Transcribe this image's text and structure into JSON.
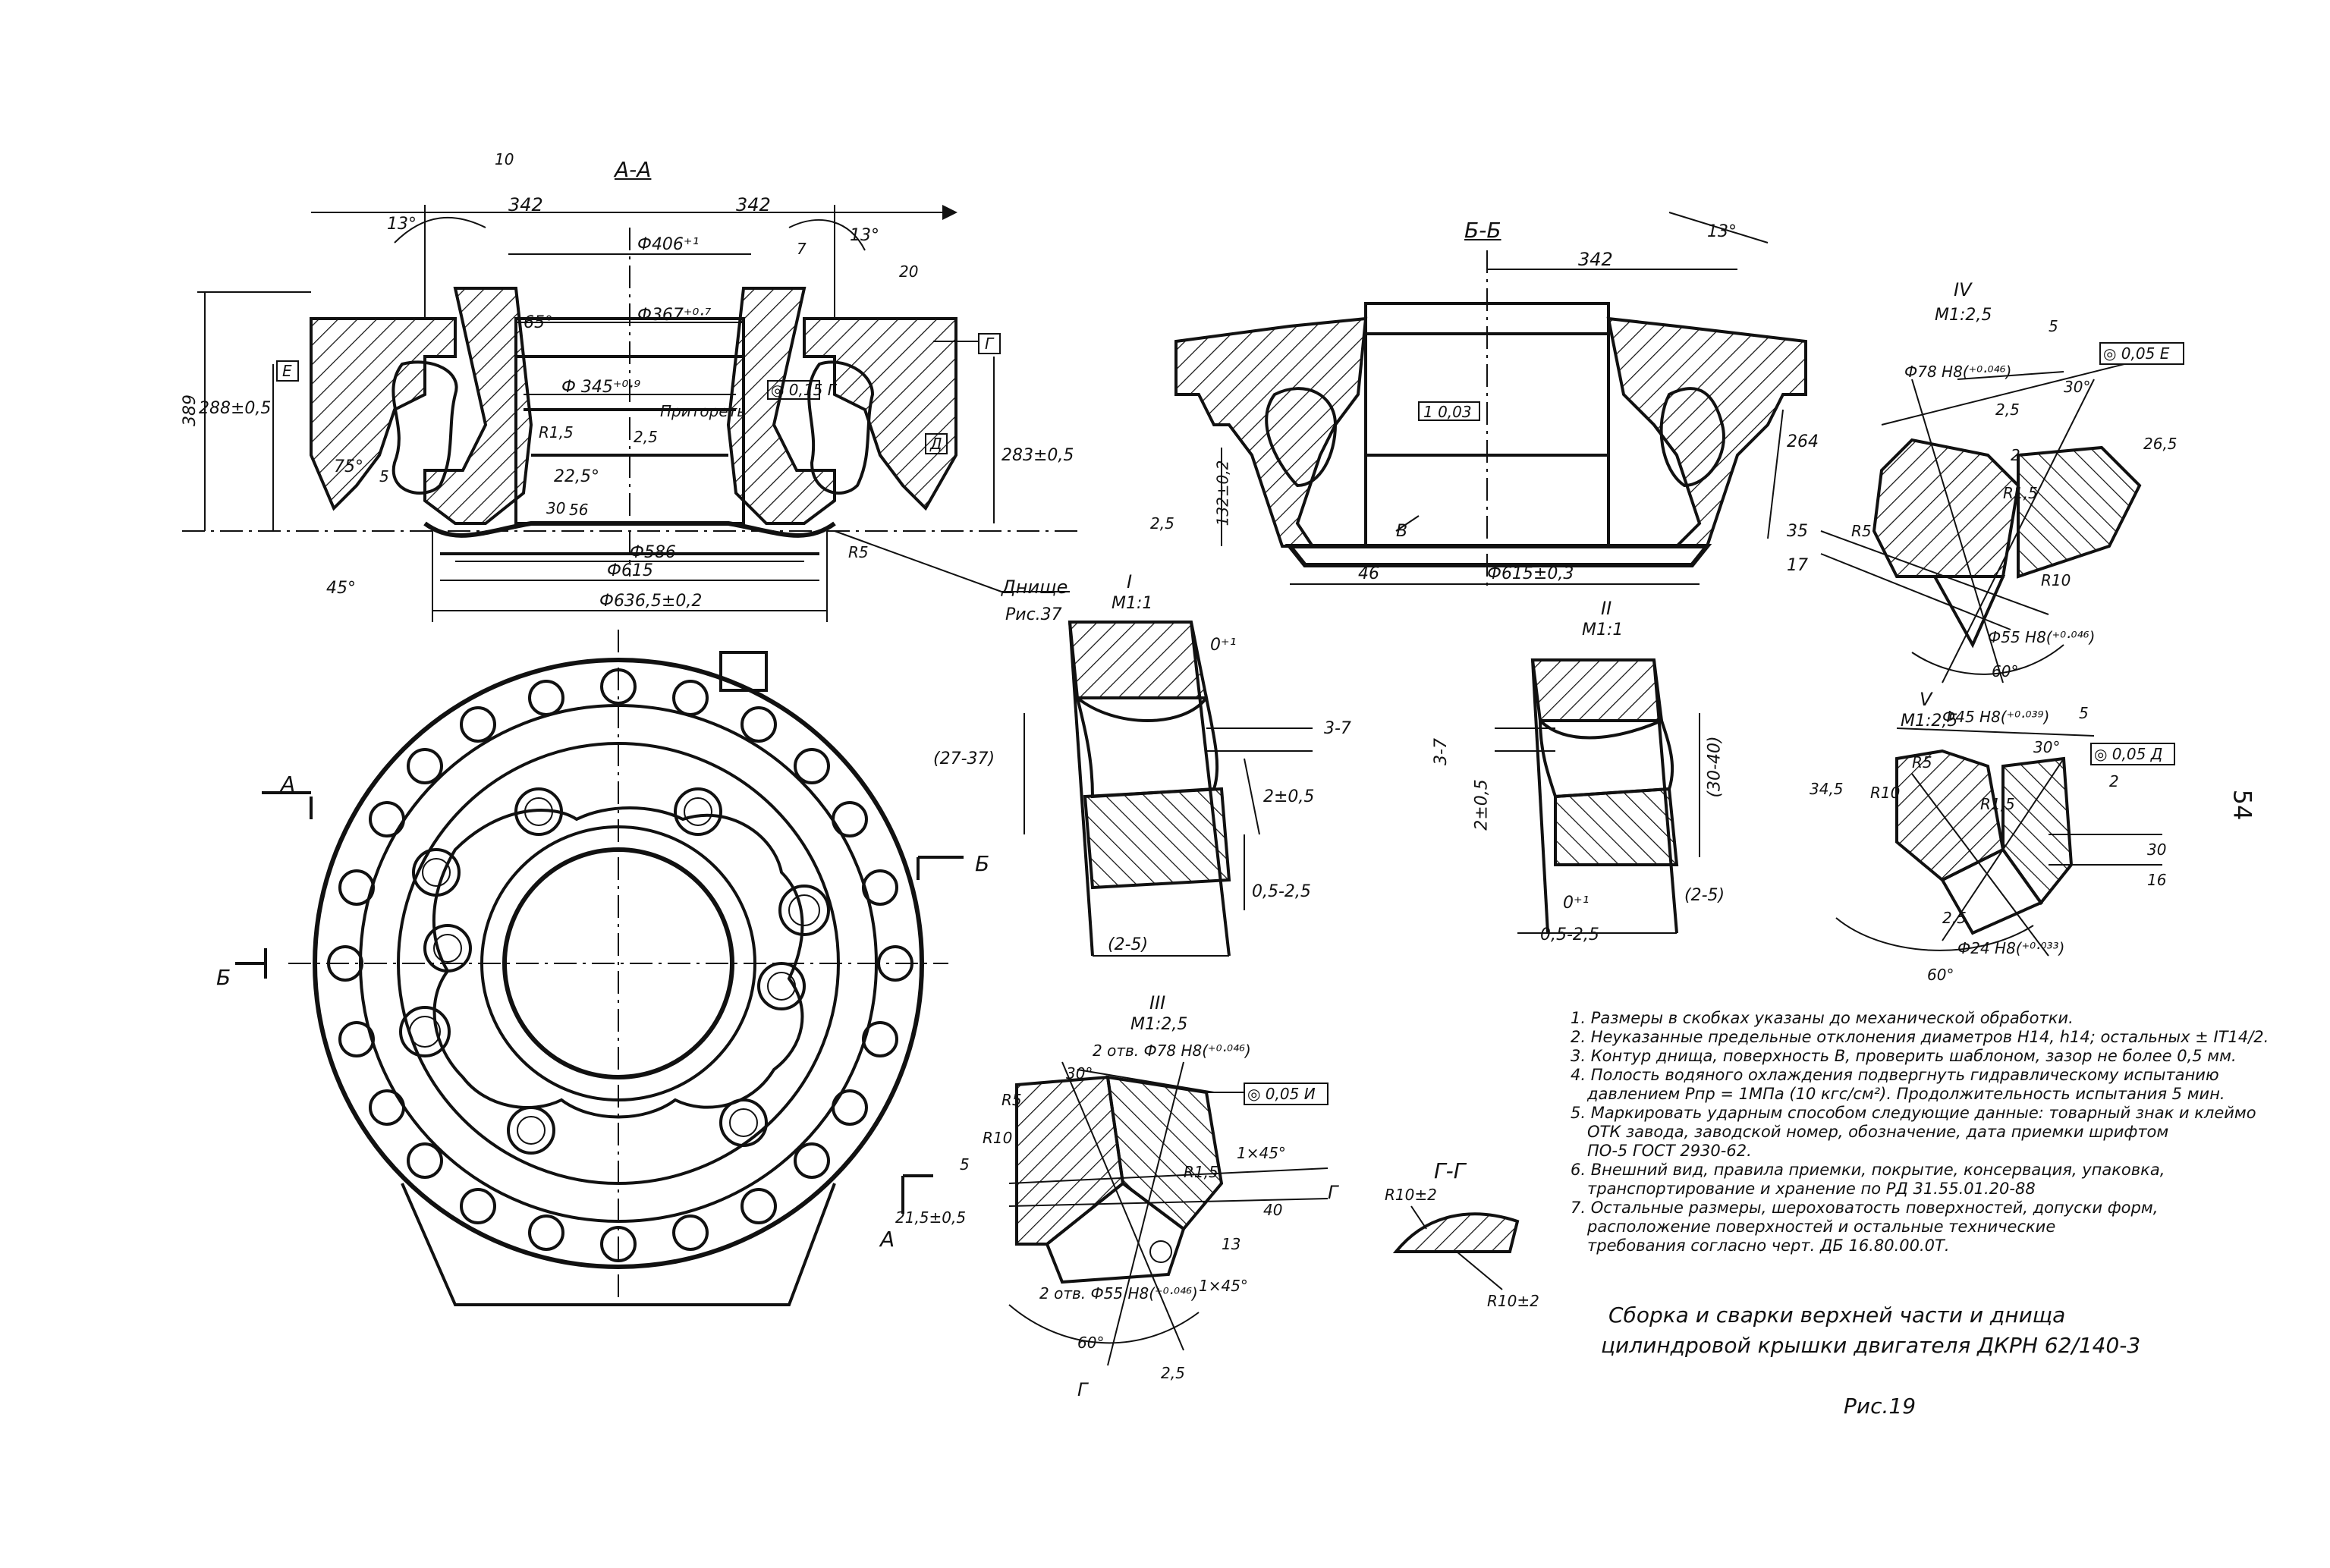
{
  "page_number": "54",
  "sections": {
    "aa": "А-А",
    "bb": "Б-Б",
    "gg": "Г-Г",
    "detail_I": "I",
    "detail_I_scale": "М1:1",
    "detail_II": "II",
    "detail_II_scale": "М1:1",
    "detail_III": "III",
    "detail_III_scale": "М1:2,5",
    "detail_IV": "IV",
    "detail_IV_scale": "М1:2,5",
    "detail_V": "V",
    "detail_V_scale": "М1:2,5"
  },
  "dimensions_aa": {
    "w_left": "342",
    "w_right": "342",
    "d406": "Ф406⁺¹",
    "d367": "Ф367⁺⁰·⁷",
    "d345": "Ф 345⁺⁰·⁹",
    "h389": "389",
    "h288": "288±0,5",
    "h283": "283±0,5",
    "d586": "Ф586",
    "d615": "Ф615",
    "d6365": "Ф636,5±0,2",
    "a13l": "13°",
    "a13r": "13°",
    "a65": "65°",
    "a75": "75°",
    "a45": "45°",
    "a225": "22,5°",
    "r15": "R1,5",
    "r5": "R5",
    "h56": "56",
    "h30": "30",
    "pritorets": "Притореть",
    "p7": "7",
    "r25": "2,5",
    "a5": "5"
  },
  "dimensions_bb": {
    "w342": "342",
    "a13": "13°",
    "d615": "Ф615±0,3",
    "h46": "46",
    "h264": "264",
    "h35": "35",
    "h17": "17",
    "h132": "132±0,2",
    "h25": "2,5",
    "frame_b": "1 0,03",
    "label_b": "В"
  },
  "detail_I": {
    "d0": "0⁺¹",
    "d37": "3-7",
    "d2737": "(27-37)",
    "d2": "2±0,5",
    "d0525": "0,5-2,5",
    "d25": "(2-5)"
  },
  "detail_II": {
    "d37": "3-7",
    "d2": "2±0,5",
    "d3040": "(30-40)",
    "d0": "0⁺¹",
    "d0525": "0,5-2,5",
    "d25": "(2-5)"
  },
  "detail_III": {
    "d78": "2 отв. Ф78 Н8(⁺⁰·⁰⁴⁶)",
    "d55": "2 отв. Ф55 Н8(⁺⁰·⁰⁴⁶)",
    "a30": "30°",
    "a60": "60°",
    "r5": "R5",
    "r10": "R10",
    "r15": "R1,5",
    "c1x45a": "1×45°",
    "c1x45b": "1×45°",
    "d215": "21,5±0,5",
    "d40": "40",
    "d13": "13",
    "frame": "◎ 0,05 И",
    "s5": "5",
    "s25": "2,5"
  },
  "detail_IV": {
    "d78": "Ф78 Н8(⁺⁰·⁰⁴⁶)",
    "d55": "Ф55 Н8(⁺⁰·⁰⁴⁶)",
    "a30": "30°",
    "a60": "60°",
    "r5": "R5",
    "r15": "R1,5",
    "r10": "R10",
    "d265": "26,5",
    "d2": "2",
    "frame": "◎ 0,05 Е",
    "s5": "5",
    "s25": "2,5"
  },
  "detail_V": {
    "d45": "Ф45 Н8(⁺⁰·⁰³⁹)",
    "d24": "Ф24 Н8(⁺⁰·⁰³³)",
    "a30": "30°",
    "a60": "60°",
    "r5a": "R5",
    "r10": "R10",
    "r15": "R1,5",
    "d345": "34,5",
    "d2": "2",
    "d30": "30",
    "d16": "16",
    "frame": "◎ 0,05 Д",
    "s5": "5",
    "s25": "2,5"
  },
  "section_gg": {
    "r10a": "R10±2",
    "r10b": "R10±2"
  },
  "labels": {
    "dnische": "Днище",
    "ris37": "Рис.37",
    "cut_a1": "А",
    "cut_a2": "А",
    "cut_b1": "Б",
    "cut_b2": "Б",
    "cut_g1": "Г",
    "cut_g2": "Г",
    "surf_d": "Д",
    "surf_e": "Е",
    "surf_g": "Г",
    "rough_10": "10",
    "rough_20": "20",
    "rough_5": "5"
  },
  "notes": [
    "1. Размеры в скобках указаны до механической обработки.",
    "2. Неуказанные предельные отклонения диаметров Н14, h14; остальных ± IT14/2.",
    "3. Контур днища, поверхность В, проверить шаблоном, зазор не более 0,5 мм.",
    "4. Полость водяного охлаждения подвергнуть гидравлическому испытанию",
    "давлением Pпр = 1МПа (10 кгс/см²). Продолжительность испытания 5 мин.",
    "5. Маркировать ударным способом следующие данные: товарный знак и клеймо",
    "ОТК завода, заводской номер, обозначение, дата приемки шрифтом",
    "ПО-5 ГОСТ 2930-62.",
    "6. Внешний вид, правила приемки, покрытие, консервация, упаковка,",
    "транспортирование и хранение по          РД 31.55.01.20-88",
    "7. Остальные размеры, шероховатость поверхностей, допуски форм,",
    "расположение поверхностей и остальные технические",
    "требования согласно черт. ДБ 16.80.00.0Т."
  ],
  "caption": {
    "line1": "Сборка и сварки верхней части и днища",
    "line2": "цилиндровой крышки двигателя ДКРН 62/140-3",
    "figure": "Рис.19"
  }
}
